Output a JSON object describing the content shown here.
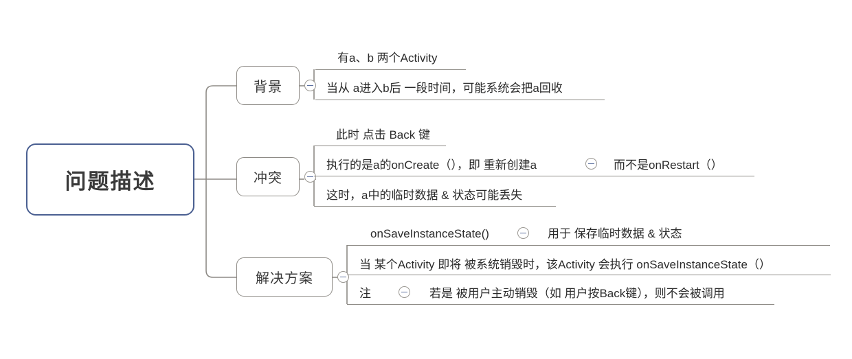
{
  "diagram": {
    "type": "mind-map",
    "root": {
      "label": "问题描述",
      "border_color": "#4a5f91"
    },
    "branch_border_color": "#8d8a85",
    "toggle_icon_name": "collapse-minus-circle-icon",
    "branches": [
      {
        "label": "背景",
        "leaves": [
          {
            "text": "有a、b 两个Activity"
          },
          {
            "text": "当从 a进入b后 一段时间，可能系统会把a回收"
          }
        ]
      },
      {
        "label": "冲突",
        "leaves": [
          {
            "text": "此时 点击 Back 键"
          },
          {
            "text": "执行的是a的onCreate（），即 重新创建a",
            "tail": "而不是onRestart（）"
          },
          {
            "text": "这时，a中的临时数据 & 状态可能丢失"
          }
        ]
      },
      {
        "label": "解决方案",
        "leaves": [
          {
            "text": "onSaveInstanceState()",
            "tail": "用于 保存临时数据 & 状态"
          },
          {
            "text": "当 某个Activity 即将 被系统销毁时，该Activity 会执行 onSaveInstanceState（）"
          },
          {
            "text": "注",
            "tail": "若是 被用户主动销毁（如 用户按Back键），则不会被调用"
          }
        ]
      }
    ]
  }
}
